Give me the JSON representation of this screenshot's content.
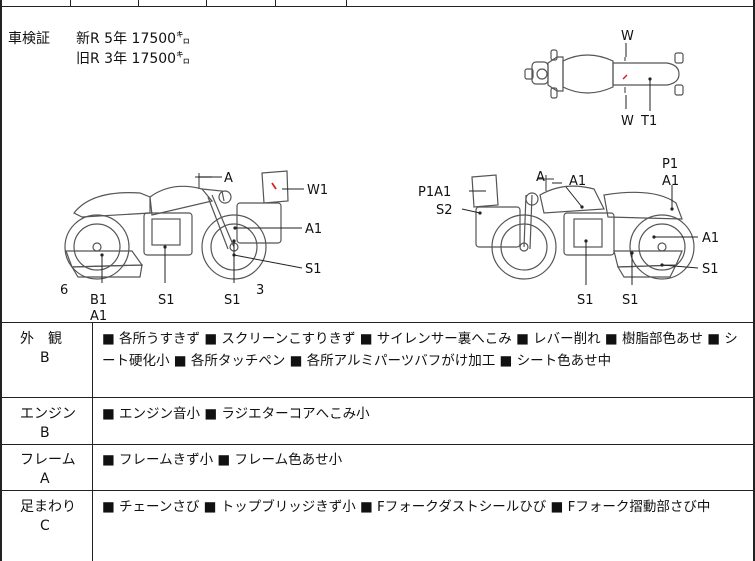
{
  "shaken": {
    "label": "車検証",
    "new_row": "新R  5年  17500㌔",
    "old_row": "旧R  3年  17500㌔"
  },
  "callouts": {
    "top_view": [
      "W",
      "W",
      "T1"
    ],
    "left_view": [
      "A",
      "W1",
      "A1",
      "S1",
      "3",
      "6",
      "B1",
      "A1",
      "S1",
      "S1"
    ],
    "right_view": [
      "A",
      "A1",
      "P1",
      "A1",
      "P1A1",
      "S2",
      "A1",
      "S1",
      "S1",
      "S1"
    ]
  },
  "sections": [
    {
      "name": "外　観",
      "grade": "B",
      "notes": "■ 各所うすきず ■ スクリーンこすりきず ■ サイレンサー裏へこみ ■ レバー削れ ■ 樹脂部色あせ ■ シート硬化小 ■ 各所タッチペン ■ 各所アルミパーツバフがけ加工 ■ シート色あせ中"
    },
    {
      "name": "エンジン",
      "grade": "B",
      "notes": "■ エンジン音小 ■ ラジエターコアへこみ小"
    },
    {
      "name": "フレーム",
      "grade": "A",
      "notes": "■ フレームきず小 ■ フレーム色あせ小"
    },
    {
      "name": "足まわり",
      "grade": "C",
      "notes": "■ チェーンさび ■ トップブリッジきず小 ■ Fフォークダストシールひび ■ Fフォーク摺動部さび中"
    }
  ],
  "colors": {
    "line": "#222222",
    "bike": "#555555",
    "mark": "#d22222"
  }
}
